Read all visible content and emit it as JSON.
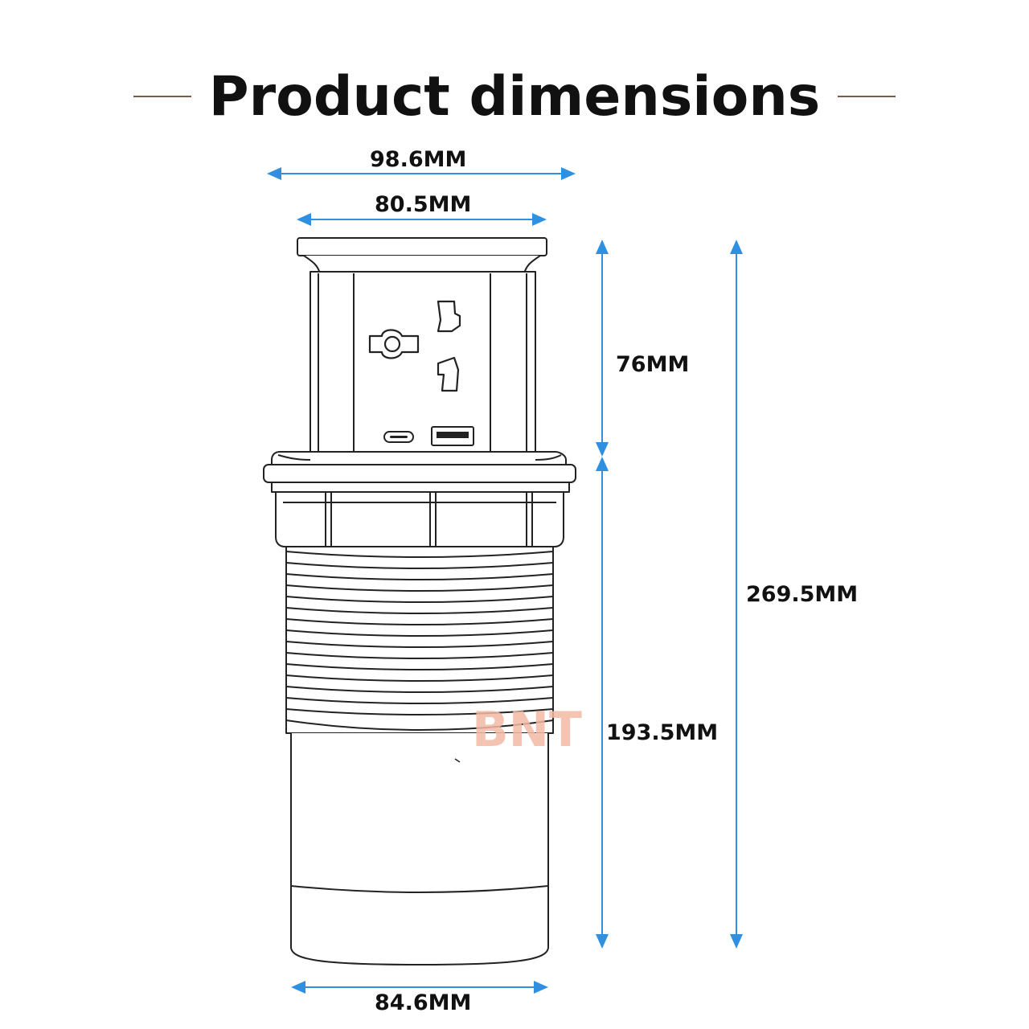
{
  "header": {
    "title": "Product dimensions"
  },
  "dimensions": {
    "top_flange_width": "98.6MM",
    "head_width": "80.5MM",
    "head_height": "76MM",
    "total_height": "269.5MM",
    "body_height": "193.5MM",
    "body_width": "84.6MM"
  },
  "watermark": {
    "text": "BNT"
  },
  "colors": {
    "arrow": "#2f8fe0",
    "title_rule": "#7a5a4a",
    "outline": "#222222",
    "watermark": "#f3b9a3"
  },
  "icons": [
    "universal-socket-icon",
    "usb-c-port-icon",
    "usb-a-port-icon"
  ]
}
